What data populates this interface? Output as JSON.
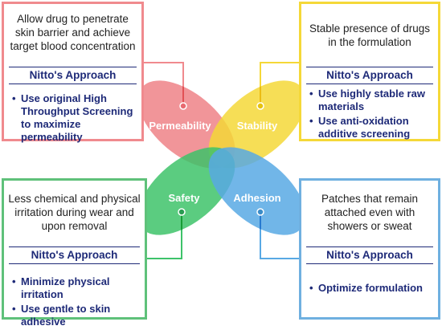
{
  "colors": {
    "permeability": "#f08a8e",
    "stability": "#f5d838",
    "safety": "#3ec36a",
    "adhesion": "#58a9e4",
    "navy": "#1e2a78"
  },
  "petals": {
    "permeability": "Permeability",
    "stability": "Stability",
    "safety": "Safety",
    "adhesion": "Adhesion"
  },
  "cards": {
    "top_left": {
      "desc": [
        "Allow drug to penetrate",
        "skin barrier and achieve",
        "target blood concentration"
      ],
      "approach": "Nitto's Approach",
      "items": [
        "Use original High Throughput Screening to maximize permeability"
      ]
    },
    "top_right": {
      "desc": [
        "Stable presence of drugs",
        "in the formulation"
      ],
      "approach": "Nitto's Approach",
      "items": [
        "Use highly stable raw materials",
        "Use anti-oxidation additive screening"
      ]
    },
    "bottom_left": {
      "desc": [
        "Less chemical and physical",
        "irritation during wear and",
        "upon removal"
      ],
      "approach": "Nitto's Approach",
      "items": [
        "Minimize physical irritation",
        "Use gentle to skin adhesive"
      ]
    },
    "bottom_right": {
      "desc": [
        "Patches that remain",
        "attached even with",
        "showers or sweat"
      ],
      "approach": "Nitto's Approach",
      "items": [
        "Optimize formulation"
      ]
    }
  }
}
